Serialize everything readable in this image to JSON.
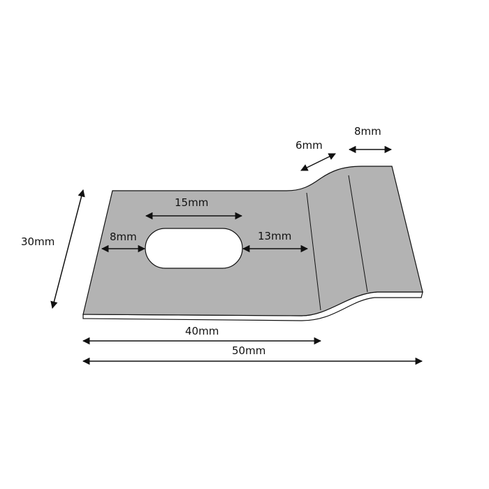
{
  "diagram": {
    "colors": {
      "plate_fill": "#b3b3b3",
      "edge_fill": "#ffffff",
      "stroke": "#111111",
      "background": "#ffffff"
    },
    "dimensions": {
      "height": "30mm",
      "slot_length": "15mm",
      "slot_left_offset": "8mm",
      "slot_right_offset": "13mm",
      "length_flat": "40mm",
      "length_total": "50mm",
      "bend": "6mm",
      "tab": "8mm"
    }
  }
}
